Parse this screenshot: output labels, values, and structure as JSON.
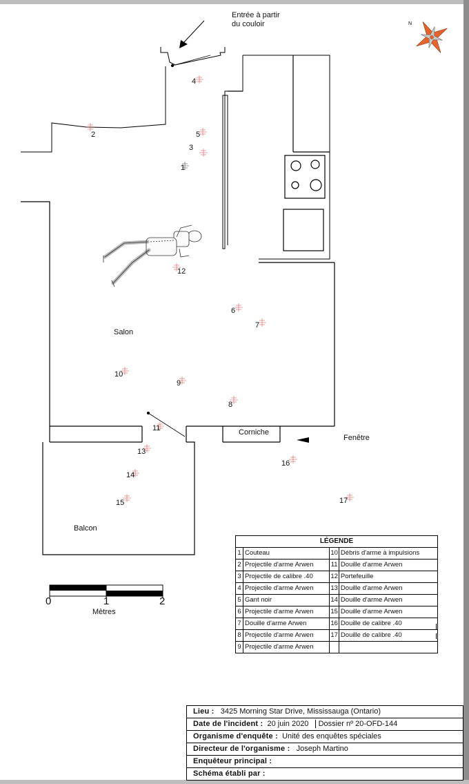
{
  "entrance_label_line1": "Entrée à partir",
  "entrance_label_line2": "du couloir",
  "room_salon": "Salon",
  "room_balcon": "Balcon",
  "corniche": "Corniche",
  "fenetre": "Fenêtre",
  "markers": [
    {
      "num": "1"
    },
    {
      "num": "2"
    },
    {
      "num": "3"
    },
    {
      "num": "4"
    },
    {
      "num": "5"
    },
    {
      "num": "6"
    },
    {
      "num": "7"
    },
    {
      "num": "8"
    },
    {
      "num": "9"
    },
    {
      "num": "10"
    },
    {
      "num": "11"
    },
    {
      "num": "12"
    },
    {
      "num": "13"
    },
    {
      "num": "14"
    },
    {
      "num": "15"
    },
    {
      "num": "16"
    },
    {
      "num": "17"
    }
  ],
  "scale": {
    "label_0": "0",
    "label_1": "1",
    "label_2": "2",
    "unit": "Mètres"
  },
  "legend": {
    "title": "LÉGENDE",
    "rows": [
      {
        "n1": "1",
        "t1": "Couteau",
        "n2": "10",
        "t2": "Débris d'arme à impulsions"
      },
      {
        "n1": "2",
        "t1": "Projectile d'arme Arwen",
        "n2": "11",
        "t2": "Douille d'arme Arwen"
      },
      {
        "n1": "3",
        "t1": "Projectile de calibre .40",
        "n2": "12",
        "t2": "Portefeuille"
      },
      {
        "n1": "4",
        "t1": "Projectile d'arme Arwen",
        "n2": "13",
        "t2": "Douille d'arme Arwen"
      },
      {
        "n1": "5",
        "t1": "Gant noir",
        "n2": "14",
        "t2": "Douille d'arme Arwen"
      },
      {
        "n1": "6",
        "t1": "Projectile d'arme Arwen",
        "n2": "15",
        "t2": "Douille d'arme Arwen"
      },
      {
        "n1": "7",
        "t1": "Douille d'arme Arwen",
        "n2": "16",
        "t2": "Douille de calibre .40"
      },
      {
        "n1": "8",
        "t1": "Projectile d'arme Arwen",
        "n2": "17",
        "t2": "Douille de calibre .40"
      },
      {
        "n1": "9",
        "t1": "Projectile d'arme Arwen",
        "n2": "",
        "t2": ""
      }
    ]
  },
  "info": {
    "lieu_label": "Lieu   :",
    "lieu_value": "3425 Morning Star Drive, Mississauga (Ontario)",
    "date_label": "Date  de  l'incident  :",
    "date_value": "20 juin 2020",
    "dossier_value": "Dossier nº 20-OFD-144",
    "org_label": "Organisme d'enquête :",
    "org_value": "Unité des enquêtes spéciales",
    "dir_label": "Directeur  de  l'organisme  :",
    "dir_value": "Joseph Martino",
    "enq_label": "Enquêteur principal :",
    "schema_label": "Schéma établi par :"
  },
  "colors": {
    "marker": "#d32f2f",
    "compass": "#e8622c",
    "lines": "#000000"
  },
  "icons": {
    "compass": "compass-rose-icon",
    "window_arrow": "arrow-left-icon",
    "entrance_arrow": "arrow-down-left-icon"
  }
}
